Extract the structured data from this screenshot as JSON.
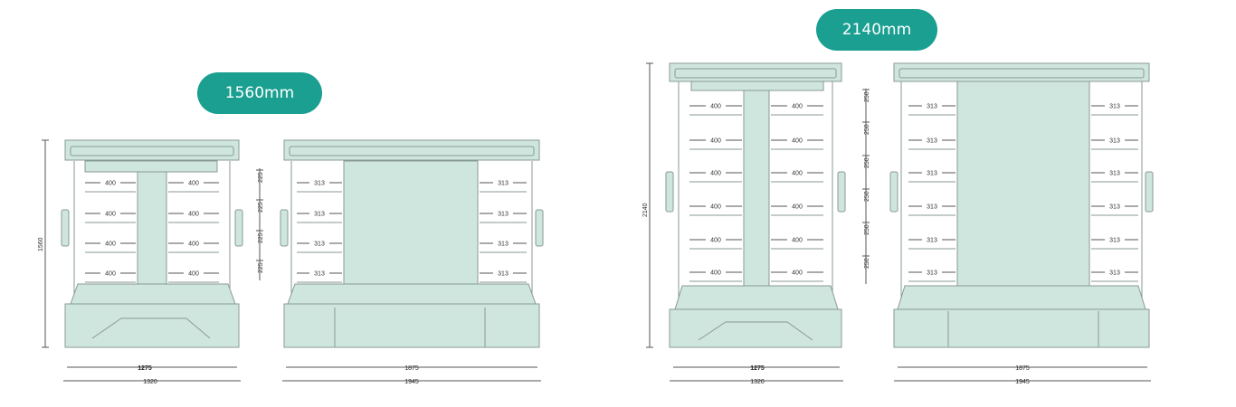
{
  "badges": {
    "short_unit": "1560mm",
    "tall_unit": "2140mm"
  },
  "colors": {
    "accent": "#1a9f91",
    "panel": "#cfe6df",
    "line": "#8a9a96"
  },
  "short_unit": {
    "height_label": "1560",
    "side_widths": {
      "inner": "1275",
      "outer": "1320"
    },
    "front_widths": {
      "inner": "1875",
      "outer": "1945"
    },
    "shelf_depth": "400",
    "shelf_pitch": "225",
    "front_shelf_depth": "313"
  },
  "tall_unit": {
    "height_label": "2140",
    "side_widths": {
      "inner": "1275",
      "outer": "1320"
    },
    "front_widths": {
      "inner": "1875",
      "outer": "1945"
    },
    "shelf_depth": "400",
    "shelf_pitch": "250",
    "front_shelf_depth": "313"
  }
}
